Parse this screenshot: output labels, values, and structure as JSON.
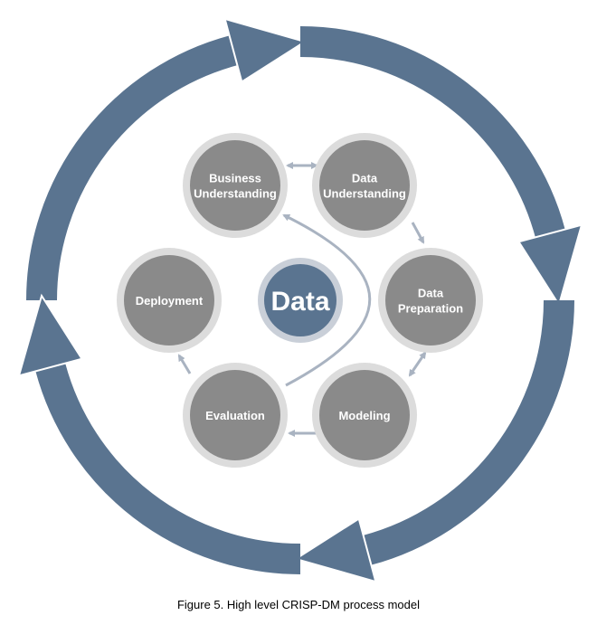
{
  "colors": {
    "cycle_arrow": "#5a7490",
    "node_fill": "#8a8a8a",
    "node_ring": "#dcdcdc",
    "center_fill": "#5a7490",
    "center_ring": "#c9cfd8",
    "flow_arrow": "#a9b3c1"
  },
  "center": {
    "label": "Data"
  },
  "phases": [
    {
      "id": "business",
      "lines": [
        "Business",
        "Understanding"
      ]
    },
    {
      "id": "data-understanding",
      "lines": [
        "Data",
        "Understanding"
      ]
    },
    {
      "id": "data-preparation",
      "lines": [
        "Data",
        "Preparation"
      ]
    },
    {
      "id": "modeling",
      "lines": [
        "Modeling"
      ]
    },
    {
      "id": "evaluation",
      "lines": [
        "Evaluation"
      ]
    },
    {
      "id": "deployment",
      "lines": [
        "Deployment"
      ]
    }
  ],
  "caption": "Figure 5. High level CRISP-DM process model"
}
